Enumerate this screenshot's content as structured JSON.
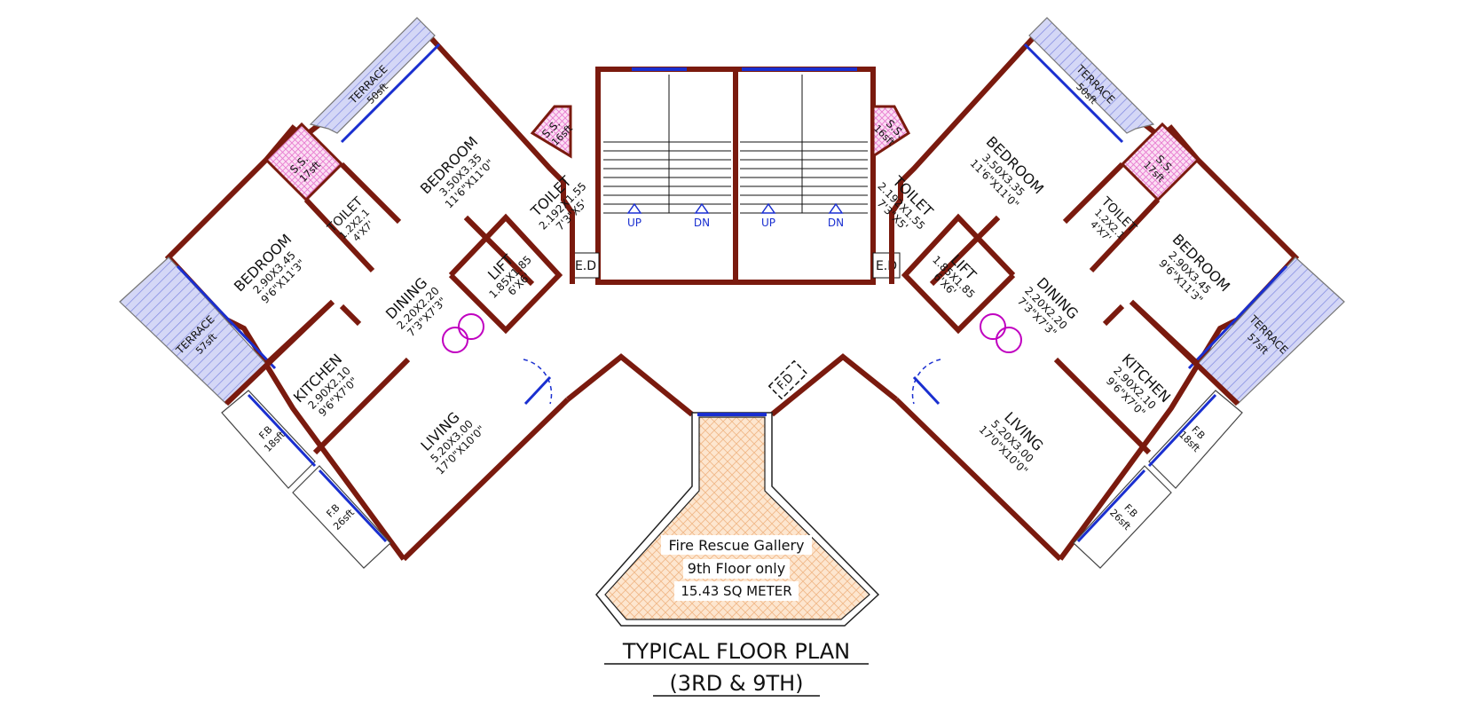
{
  "rooms": {
    "bedroom": "BEDROOM",
    "toilet": "TOILET",
    "dining": "DINING",
    "kitchen": "KITCHEN",
    "living": "LIVING",
    "terrace": "TERRACE",
    "lift": "LIFT",
    "ss": "S.S.",
    "fb": "F.B",
    "ed": "E.D",
    "fd": "F.D",
    "up": "UP",
    "dn": "DN"
  },
  "dims": {
    "bedroom_large_m": "3.50X3.35",
    "bedroom_large_ft": "11'6\"X11'0\"",
    "bedroom_small_m": "2.90X3.45",
    "bedroom_small_ft": "9'6\"X11'3\"",
    "toilet_small_m": "1.2X2.1",
    "toilet_small_ft": "4'X7'",
    "toilet_large_m": "2.192X1.55",
    "toilet_large_ft": "7'3\"X5'",
    "dining_m": "2.20X2.20",
    "dining_ft": "7'3\"X7'3\"",
    "kitchen_m": "2.90X2.10",
    "kitchen_ft": "9'6\"X7'0\"",
    "living_m": "5.20X3.00",
    "living_ft": "17'0\"X10'0\"",
    "lift_m": "1.85X1.85",
    "lift_ft": "6'X6'",
    "terrace_top": "50sft",
    "terrace_side": "57sft",
    "ss_top": "17sft",
    "ss_stair": "16sft",
    "fb_small": "18sft",
    "fb_large": "26sft"
  },
  "gallery": {
    "line1": "Fire Rescue Gallery",
    "line2": "9th Floor only",
    "line3": "15.43 SQ METER"
  },
  "caption": {
    "line1": "TYPICAL FLOOR PLAN",
    "line2": "(3RD & 9TH)"
  },
  "colors": {
    "wall": "#7a1a0e",
    "window": "#1a2fd0",
    "terrace_fill": "#c9cdf4",
    "ss_fill": "#f7c6ea",
    "gallery_fill": "#fbdcc0",
    "lift_symbol": "#c000c0",
    "door_arc": "#1a2fd0"
  }
}
